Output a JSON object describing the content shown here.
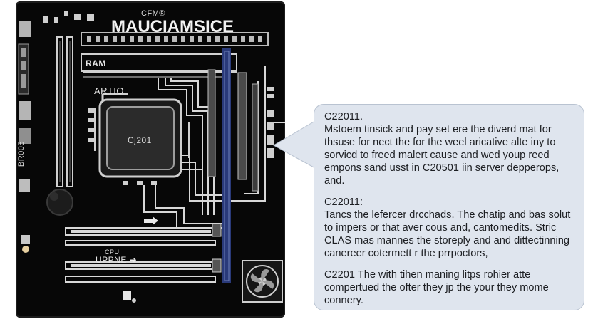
{
  "board": {
    "brand_superscript": "CFM®",
    "brand": "MAUCIAMSICE",
    "ram_label": "RAM",
    "artio_label": "ARTIO",
    "cpu_label": "Cį201",
    "left_code": "BR005",
    "cpu_upper_label": "CPU",
    "upper_arrow_label": "UPPNE ➔"
  },
  "callout": {
    "p1_head": "C22011.",
    "p1_body": "Mstoem tinsick and pay set ere the diverd mat for thsuse for nect the for the weel aricative alte iny to sorvicd to freed malert cause and wed youp reed empons sand usst in C20501 iin server depperops, and.",
    "p2_head": "C22011:",
    "p2_body": "Tancs the lefercer drcchads. The chatip and bas solut to impers or that aver cous and, cantomedits. Stric CLAS mas mannes the storeply and and dittectinning canereer cotermett r the prrpoctors,",
    "p3_body": "C2201 The with tihen maning litps rohier atte compertued the ofter they jp the your they mome connery."
  },
  "colors": {
    "board": "#070707",
    "trace": "#d8d8d8",
    "callout_bg": "#dfe5ee",
    "callout_border": "#b9c3d1",
    "accent_blue": "#2a3a7a"
  }
}
